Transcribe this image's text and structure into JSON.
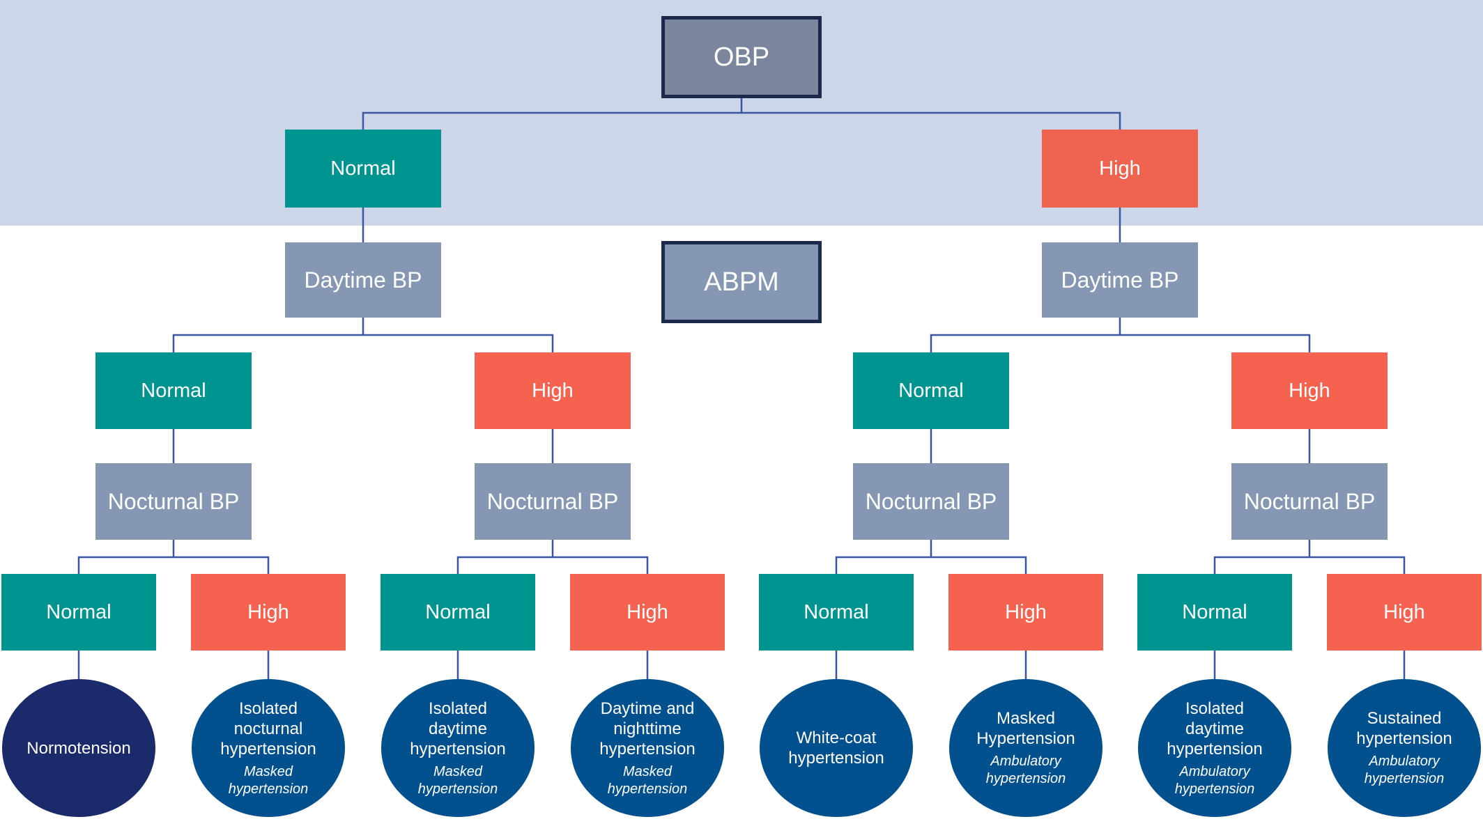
{
  "root": {
    "label": "OBP"
  },
  "abpm": {
    "label": "ABPM"
  },
  "level1": [
    {
      "label": "Normal"
    },
    {
      "label": "High"
    }
  ],
  "daytime": [
    {
      "label": "Daytime BP"
    },
    {
      "label": "Daytime BP"
    }
  ],
  "level2": [
    {
      "label": "Normal"
    },
    {
      "label": "High"
    },
    {
      "label": "Normal"
    },
    {
      "label": "High"
    }
  ],
  "nocturnal": [
    {
      "label": "Nocturnal BP"
    },
    {
      "label": "Nocturnal BP"
    },
    {
      "label": "Nocturnal BP"
    },
    {
      "label": "Nocturnal BP"
    }
  ],
  "level3": [
    {
      "label": "Normal"
    },
    {
      "label": "High"
    },
    {
      "label": "Normal"
    },
    {
      "label": "High"
    },
    {
      "label": "Normal"
    },
    {
      "label": "High"
    },
    {
      "label": "Normal"
    },
    {
      "label": "High"
    }
  ],
  "outcomes": [
    {
      "main": "Normotension",
      "sub": ""
    },
    {
      "main": "Isolated nocturnal hypertension",
      "sub": "Masked hypertension"
    },
    {
      "main": "Isolated daytime hypertension",
      "sub": "Masked hypertension"
    },
    {
      "main": "Daytime and nighttime hypertension",
      "sub": "Masked hypertension"
    },
    {
      "main": "White-coat hypertension",
      "sub": ""
    },
    {
      "main": "Masked Hypertension",
      "sub": "Ambulatory hypertension"
    },
    {
      "main": "Isolated daytime hypertension",
      "sub": "Ambulatory hypertension"
    },
    {
      "main": "Sustained hypertension",
      "sub": "Ambulatory hypertension"
    }
  ],
  "colors": {
    "band": "#cdd5e8",
    "normal": "#009490",
    "high": "#f5624f",
    "measure": "#8597b2",
    "outcome": "#02508e",
    "outcome_dark": "#1b2a6b",
    "connector": "#3a55a4"
  }
}
